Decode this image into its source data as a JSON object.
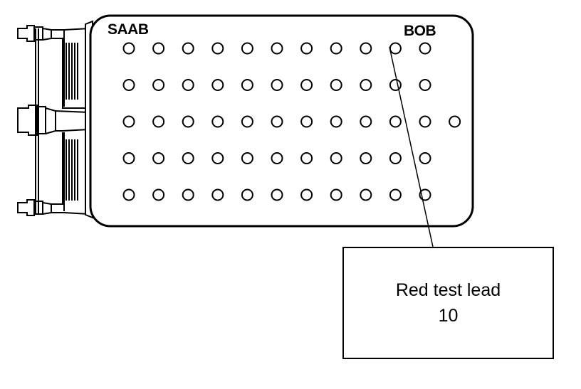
{
  "diagram": {
    "brand_left": "SAAB",
    "brand_right": "BOB",
    "pin_grid": {
      "rows": [
        {
          "row": 1,
          "pin_count": 11
        },
        {
          "row": 2,
          "pin_count": 11
        },
        {
          "row": 3,
          "pin_count": 12
        },
        {
          "row": 4,
          "pin_count": 11
        },
        {
          "row": 5,
          "pin_count": 11
        }
      ],
      "highlighted_pin": {
        "row": 1,
        "column": 10
      }
    },
    "callout": {
      "line1": "Red test lead",
      "line2": "10"
    },
    "colors": {
      "stroke": "#000000",
      "background": "#ffffff"
    }
  }
}
